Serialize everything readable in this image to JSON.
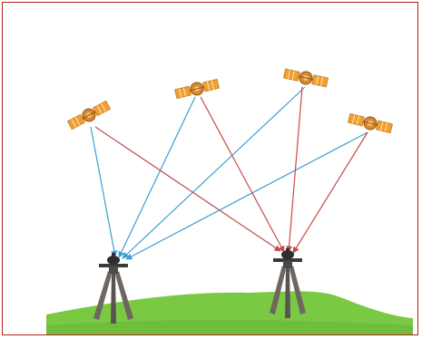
{
  "diagram": {
    "satellites": [
      {
        "id": "sat-1"
      },
      {
        "id": "sat-2"
      },
      {
        "id": "sat-3"
      },
      {
        "id": "sat-4"
      }
    ],
    "receivers": [
      {
        "id": "receiver-left"
      },
      {
        "id": "receiver-right"
      }
    ],
    "colors": {
      "frame_border": "#b22222",
      "ground": "#7ac943",
      "ground_dark": "#5ea52e",
      "solar_panel": "#f0a030",
      "solar_panel_grid": "#ffffff",
      "satellite_body": "#d9892a",
      "signal_to_left_receiver": "#3b9fd1",
      "signal_to_right_receiver": "#c94a4a",
      "tripod": "#6e6661",
      "tripod_head": "#3a3a3a"
    }
  }
}
